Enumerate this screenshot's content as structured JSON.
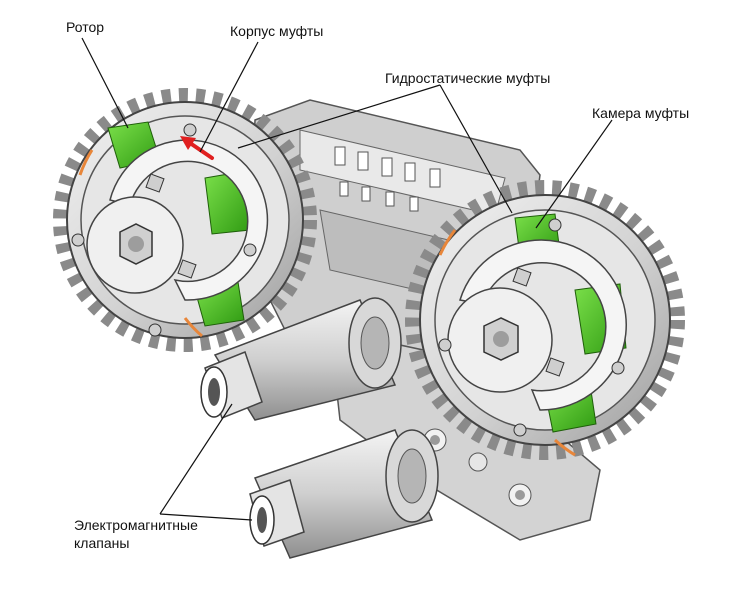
{
  "labels": {
    "rotor": "Ротор",
    "housing": "Корпус муфты",
    "hydrostatic": "Гидростатические муфты",
    "chamber": "Камера муфты",
    "solenoid_line1": "Электромагнитные",
    "solenoid_line2": "клапаны"
  },
  "colors": {
    "chamber_fill": "#4fc21e",
    "arrow": "#e02020",
    "metal": "#d9d9d9",
    "edge": "#4a4a4a",
    "seal": "#e8863a"
  },
  "icons": {
    "rotation_arrow": "arrow-up-left-icon"
  }
}
